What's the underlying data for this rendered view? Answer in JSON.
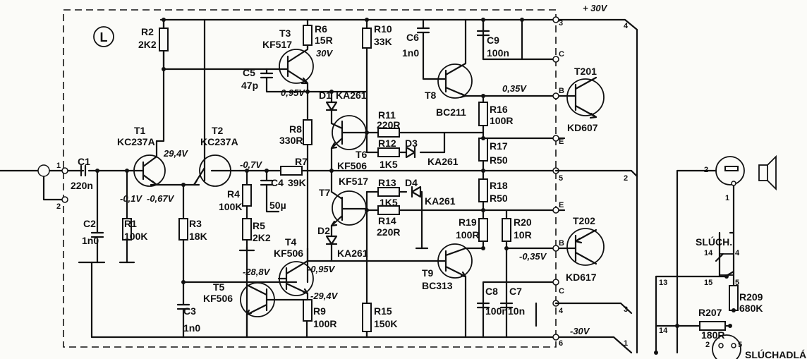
{
  "module": {
    "label": "L"
  },
  "rails": {
    "pos": "+ 30V",
    "neg": "-30V"
  },
  "resistors": {
    "r1": [
      "R1",
      "100K"
    ],
    "r2": [
      "R2",
      "2K2"
    ],
    "r3": [
      "R3",
      "18K"
    ],
    "r4": [
      "R4",
      "100K"
    ],
    "r5": [
      "R5",
      "2K2"
    ],
    "r6": [
      "R6",
      "15R"
    ],
    "r7": [
      "R7",
      "39K"
    ],
    "r8": [
      "R8",
      "330R"
    ],
    "r9": [
      "R9",
      "100R"
    ],
    "r10": [
      "R10",
      "33K"
    ],
    "r11": [
      "R11",
      "220R"
    ],
    "r12": [
      "R12",
      "1K5"
    ],
    "r13": [
      "R13",
      "1K5"
    ],
    "r14": [
      "R14",
      "220R"
    ],
    "r15": [
      "R15",
      "150K"
    ],
    "r16": [
      "R16",
      "100R"
    ],
    "r17": [
      "R17",
      "R50"
    ],
    "r18": [
      "R18",
      "R50"
    ],
    "r19": [
      "R19",
      "100R"
    ],
    "r20": [
      "R20",
      "10R"
    ],
    "r207": [
      "R207",
      "180R"
    ],
    "r209": [
      "R209",
      "680K"
    ]
  },
  "capacitors": {
    "c1": [
      "C1",
      "220n"
    ],
    "c2": [
      "C2",
      "1n0"
    ],
    "c3": [
      "C3",
      "1n0"
    ],
    "c4": [
      "C4",
      "50µ"
    ],
    "c5": [
      "C5",
      "47p"
    ],
    "c6": [
      "C6",
      "1n0"
    ],
    "c7": [
      "C7",
      "10n"
    ],
    "c8": [
      "C8",
      "100n"
    ],
    "c9": [
      "C9",
      "100n"
    ]
  },
  "transistors": {
    "t1": [
      "T1",
      "KC237A"
    ],
    "t2": [
      "T2",
      "KC237A"
    ],
    "t3": [
      "T3",
      "KF517"
    ],
    "t4": [
      "T4",
      "KF506"
    ],
    "t5": [
      "T5",
      "KF506"
    ],
    "t6": [
      "T6",
      "KF506"
    ],
    "t7": [
      "T7",
      "KF517"
    ],
    "t8": [
      "T8",
      "BC211"
    ],
    "t9": [
      "T9",
      "BC313"
    ],
    "t201": [
      "T201",
      "KD607"
    ],
    "t202": [
      "T202",
      "KD617"
    ]
  },
  "diodes": {
    "d1": [
      "D1",
      "KA261"
    ],
    "d2": [
      "D2",
      "KA261"
    ],
    "d3": [
      "D3",
      "KA261"
    ],
    "d4": [
      "D4",
      "KA261"
    ]
  },
  "voltages": {
    "v_t3c": "30V",
    "v_t1c": "29,4V",
    "v_t2b": "-0,7V",
    "v_in": "-0,1V",
    "v_t1e": "-0,67V",
    "v_t3e": "0,95V",
    "v_t8e": "0,35V",
    "v_t9e": "-0,35V",
    "v_t5b": "-28,8V",
    "v_t4e": "-0,95V",
    "v_t4c": "-29,4V"
  },
  "terminals": {
    "in1": "1",
    "in2": "2",
    "c3": "3",
    "c4": "4",
    "c5": "5",
    "c6": "6",
    "b": "B",
    "c": "C",
    "e": "E",
    "bb": "B",
    "cb": "C",
    "eb": "E",
    "rt4": "4",
    "rt2": "2",
    "rt3": "3",
    "rt1": "1",
    "sp2": "2",
    "sp1": "1",
    "j14": "14",
    "j4": "4",
    "j15": "15",
    "j5": "5",
    "w13": "13",
    "w14": "14",
    "h2": "2",
    "h5": "5"
  },
  "labels": {
    "headphone_jack": "SLÚCH.",
    "headphones": "SLÚCHADLÁ"
  },
  "icons": [
    "speaker-symbol-icon",
    "loudspeaker-icon",
    "headphone-socket-icon"
  ]
}
